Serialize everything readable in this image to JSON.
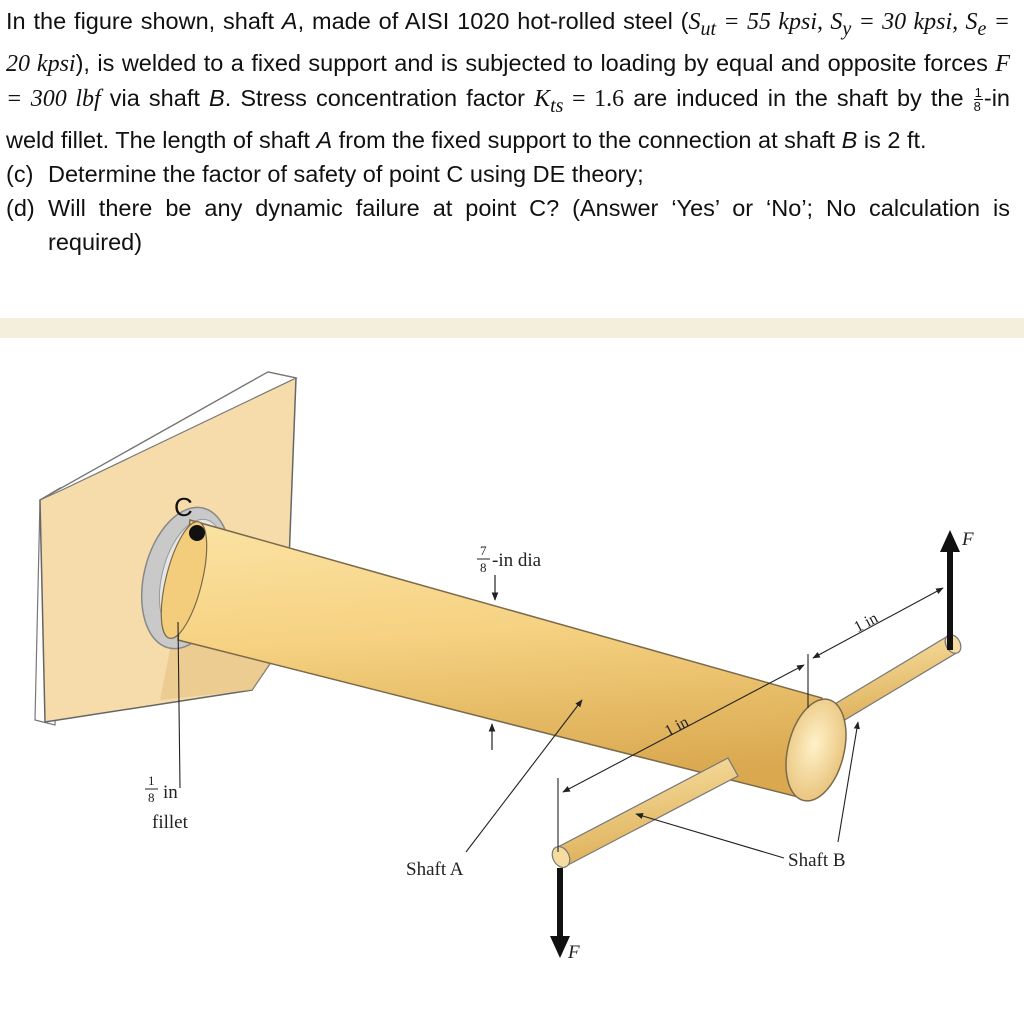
{
  "problem": {
    "intro_1": "In the figure shown, shaft ",
    "shaft_a": "A",
    "intro_2": ", made of AISI 1020 hot-rolled steel (",
    "props_1": "S",
    "props_1_sub": "ut",
    "props_2": " = 55 kpsi, S",
    "props_2_sub": "y",
    "props_3": " = 30 kpsi, S",
    "props_3_sub": "e",
    "props_4": " = 20 kpsi",
    "intro_3": "), is welded to a fixed support and is subjected to loading by equal and opposite forces ",
    "force_eq": "F = 300 lbf",
    "intro_4": " via shaft ",
    "shaft_b": "B",
    "intro_5": ". Stress concentration factor ",
    "kts": "K",
    "kts_sub": "ts",
    "kts_val": " = 1.6",
    "intro_6": " are induced in the shaft by the ",
    "frac_num": "1",
    "frac_den": "8",
    "intro_7": "-in weld fillet. The length of shaft ",
    "intro_8": " from the fixed support to the connection at shaft ",
    "intro_9": " is 2 ft.",
    "part_c_label": "(c)",
    "part_c": "Determine the factor of safety of point C using DE theory;",
    "part_d_label": "(d)",
    "part_d": "Will there be any dynamic failure at point C? (Answer ‘Yes’ or ‘No’; No calculation is required)"
  },
  "figure": {
    "point_c": "C",
    "dia_num": "7",
    "dia_den": "8",
    "dia_label": "-in dia",
    "fillet_num": "1",
    "fillet_den": "8",
    "fillet_in": "in",
    "fillet_word": "fillet",
    "dim_1in_a": "1 in",
    "dim_1in_b": "1 in",
    "shaft_a_label": "Shaft A",
    "shaft_b_label": "Shaft B",
    "force_top": "F",
    "force_bottom": "F"
  }
}
